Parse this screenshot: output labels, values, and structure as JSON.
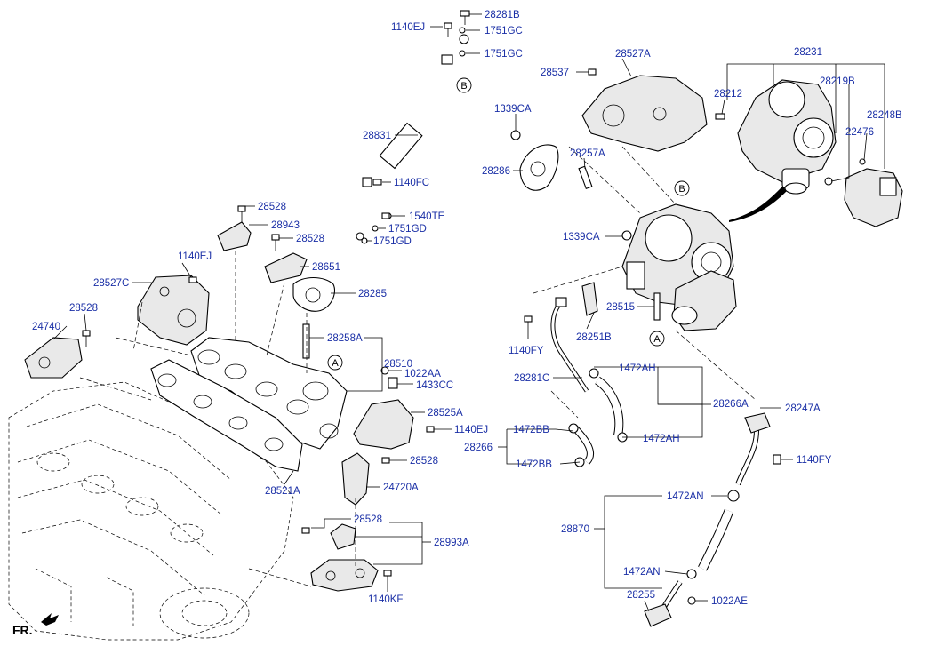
{
  "labels": {
    "l_28281B": "28281B",
    "l_1140EJ_top": "1140EJ",
    "l_1751GC_a": "1751GC",
    "l_1751GC_b": "1751GC",
    "l_28831": "28831",
    "l_1140FC": "1140FC",
    "l_1540TE": "1540TE",
    "l_1751GD_a": "1751GD",
    "l_1751GD_b": "1751GD",
    "l_28528_a": "28528",
    "l_28943": "28943",
    "l_28528_b": "28528",
    "l_1140EJ_left": "1140EJ",
    "l_28651": "28651",
    "l_28527C": "28527C",
    "l_28285": "28285",
    "l_28528_c": "28528",
    "l_24740": "24740",
    "l_28258A": "28258A",
    "l_28510": "28510",
    "l_1022AA": "1022AA",
    "l_1433CC": "1433CC",
    "l_28525A": "28525A",
    "l_1140EJ_mid": "1140EJ",
    "l_28528_d": "28528",
    "l_28521A": "28521A",
    "l_24720A": "24720A",
    "l_28528_e": "28528",
    "l_28993A": "28993A",
    "l_1140KF": "1140KF",
    "l_FR": "FR.",
    "l_28527A": "28527A",
    "l_28537": "28537",
    "l_28231": "28231",
    "l_28212": "28212",
    "l_28219B": "28219B",
    "l_28248B": "28248B",
    "l_22476": "22476",
    "l_1339CA_a": "1339CA",
    "l_28257A": "28257A",
    "l_28286": "28286",
    "l_1339CA_b": "1339CA",
    "l_28515": "28515",
    "l_1140FY_a": "1140FY",
    "l_28251B": "28251B",
    "l_28281C": "28281C",
    "l_1472AH_a": "1472AH",
    "l_28266A": "28266A",
    "l_28247A": "28247A",
    "l_1472BB_a": "1472BB",
    "l_1472AH_b": "1472AH",
    "l_28266": "28266",
    "l_1472BB_b": "1472BB",
    "l_1140FY_b": "1140FY",
    "l_1472AN_a": "1472AN",
    "l_28870": "28870",
    "l_1472AN_b": "1472AN",
    "l_28255": "28255",
    "l_1022AE": "1022AE"
  },
  "callouts": {
    "c_B_top": "B",
    "c_B_turbo": "B",
    "c_A_manifold": "A",
    "c_A_turbo": "A"
  }
}
